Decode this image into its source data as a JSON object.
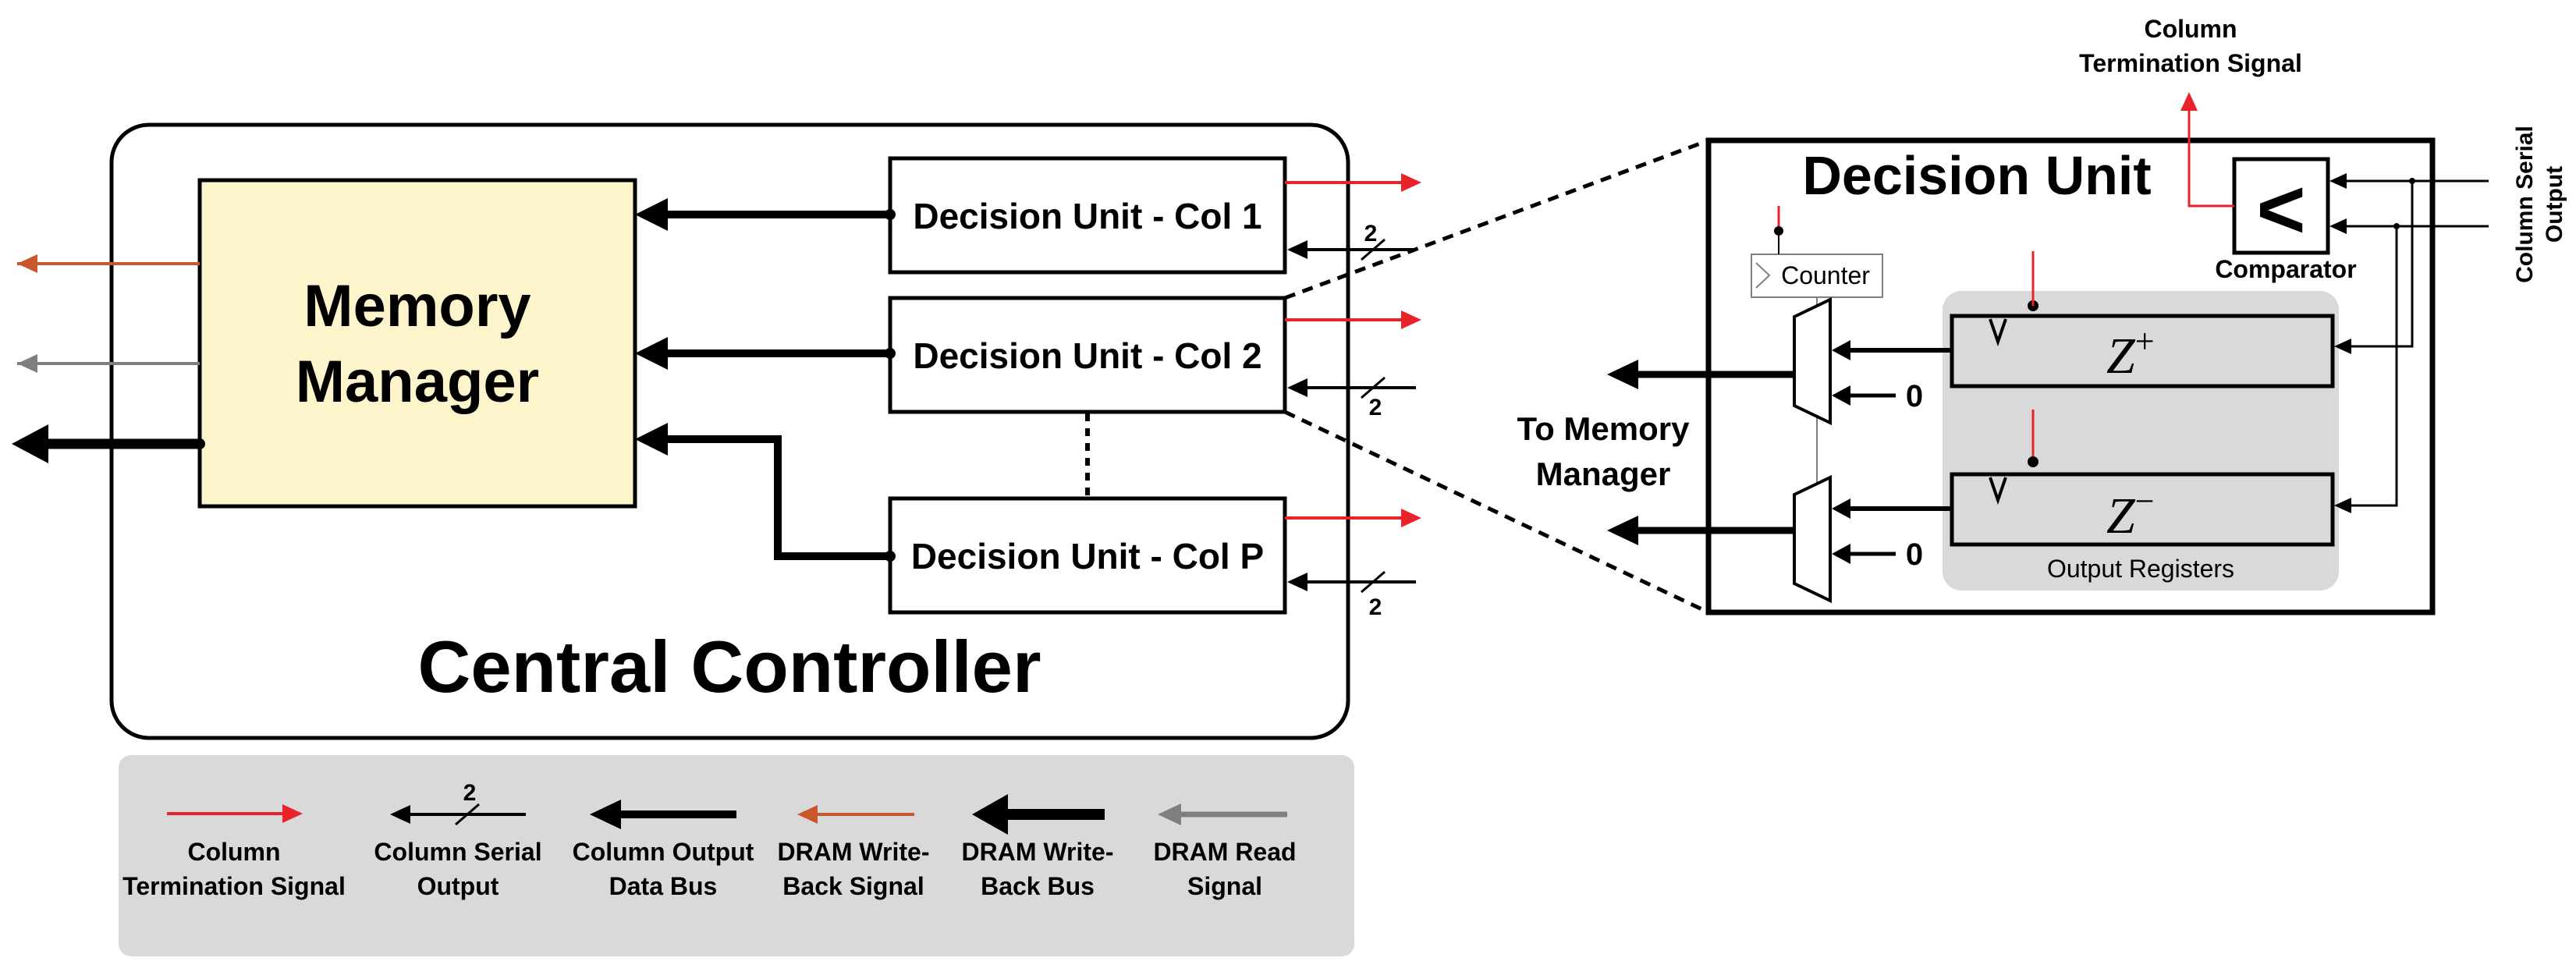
{
  "memory_manager": {
    "line1": "Memory",
    "line2": "Manager"
  },
  "central_controller": {
    "label": "Central Controller"
  },
  "decision_units": [
    {
      "label": "Decision Unit - Col 1",
      "bus_width": "2"
    },
    {
      "label": "Decision Unit - Col 2",
      "bus_width": "2"
    },
    {
      "label": "Decision Unit - Col P",
      "bus_width": "2"
    }
  ],
  "detail": {
    "title": "Decision Unit",
    "counter": "Counter",
    "comparator": "Comparator",
    "comparator_symbol": "<",
    "reg_plus": "Z",
    "reg_plus_sup": "+",
    "reg_minus": "Z",
    "reg_minus_sup": "−",
    "mux_const_top": "0",
    "mux_const_bottom": "0",
    "output_registers": "Output Registers",
    "to_memory_1": "To Memory",
    "to_memory_2": "Manager",
    "col_term_1": "Column",
    "col_term_2": "Termination Signal",
    "col_serial_1": "Column Serial",
    "col_serial_2": "Output"
  },
  "legend": [
    {
      "line1": "Column",
      "line2": "Termination Signal",
      "color": "#e8242a"
    },
    {
      "line1": "Column Serial",
      "line2": "Output",
      "color": "#000000",
      "bus_width": "2"
    },
    {
      "line1": "Column Output",
      "line2": "Data Bus",
      "color": "#000000"
    },
    {
      "line1": "DRAM Write-",
      "line2": "Back Signal",
      "color": "#c8572c"
    },
    {
      "line1": "DRAM Write-",
      "line2": "Back Bus",
      "color": "#000000"
    },
    {
      "line1": "DRAM Read",
      "line2": "Signal",
      "color": "#7f7f7f"
    }
  ]
}
